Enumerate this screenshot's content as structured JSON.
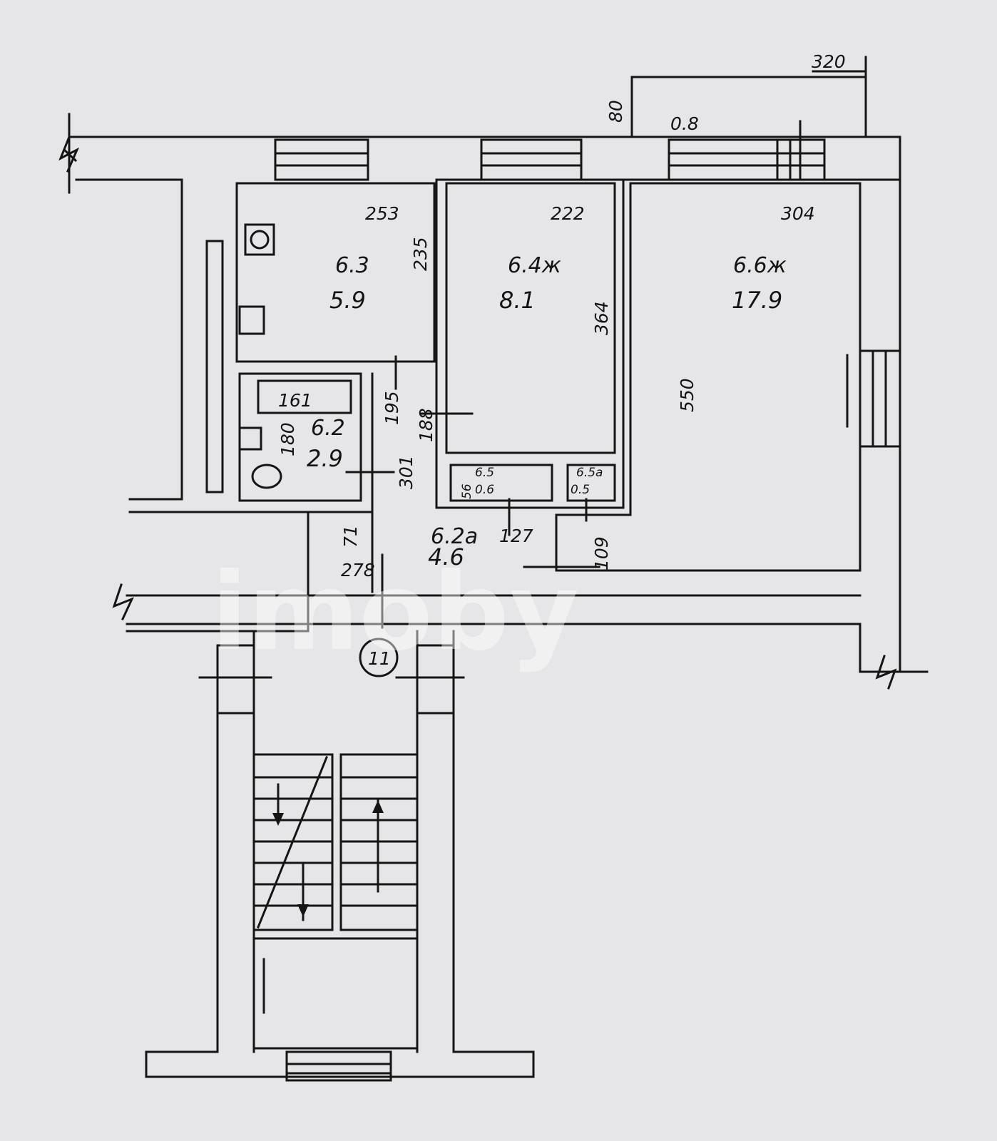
{
  "rooms": {
    "kitchen": {
      "num": "6.3",
      "area": "5.9"
    },
    "room_mid": {
      "num": "6.4ж",
      "area": "8.1"
    },
    "room_big": {
      "num": "6.6ж",
      "area": "17.9"
    },
    "bath": {
      "num": "6.2",
      "area": "2.9"
    },
    "hall": {
      "num": "6.2а",
      "area": "4.6"
    },
    "closet_a": {
      "num": "6.5",
      "area": "0.6"
    },
    "closet_b": {
      "num": "6.5а",
      "area": "0.5"
    },
    "balcony": {
      "area": "0.8"
    }
  },
  "dims": {
    "balcony_len": "320",
    "balcony_depth": "80",
    "kitchen_w": "253",
    "kitchen_h": "235",
    "mid_w": "222",
    "mid_h": "364",
    "big_w": "304",
    "big_h": "550",
    "bath_tub": "161",
    "bath_h": "180",
    "bath_side": "195",
    "mid_lower": "188",
    "hall_side": "301",
    "hall_w": "278",
    "hall_top": "71",
    "closet_w": "127",
    "closet_side": "109",
    "closet_a_small": "56"
  },
  "marker": "11",
  "watermark": "imoby"
}
